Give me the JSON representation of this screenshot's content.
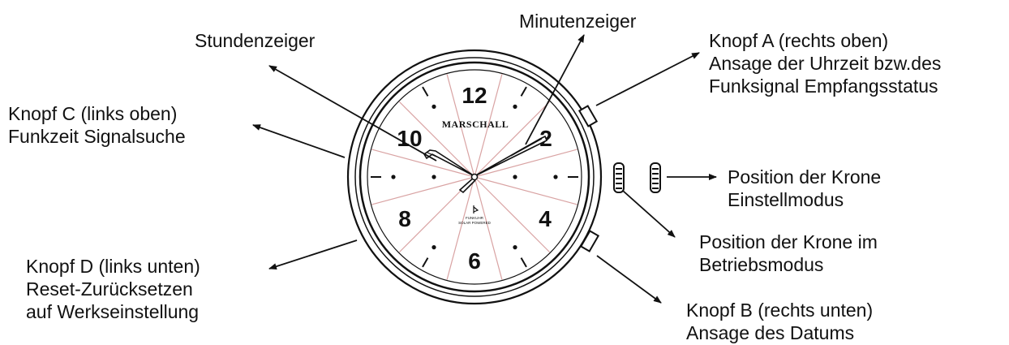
{
  "labels": {
    "hour_hand": "Stundenzeiger",
    "minute_hand": "Minutenzeiger",
    "button_a": [
      "Knopf A (rechts oben)",
      "Ansage der Uhrzeit bzw.des",
      "Funksignal Empfangsstatus"
    ],
    "button_c": [
      "Knopf C (links oben)",
      "Funkzeit Signalsuche"
    ],
    "crown_setting": [
      "Position der Krone",
      "Einstellmodus"
    ],
    "crown_operating": [
      "Position der Krone im",
      "Betriebsmodus"
    ],
    "button_d": [
      "Knopf D (links unten)",
      "Reset-Zurücksetzen",
      "auf Werkseinstellung"
    ],
    "button_b": [
      "Knopf B (rechts unten)",
      "Ansage des Datums"
    ]
  },
  "dial": {
    "brand": "MARSCHALL",
    "numerals": [
      "12",
      "2",
      "4",
      "6",
      "8",
      "10"
    ],
    "subtext_line1": "FUNKUHR",
    "subtext_line2": "SOLAR POWERED"
  },
  "colors": {
    "line": "#111111",
    "dial_spokes": "#d9a3a3",
    "background": "#ffffff"
  }
}
